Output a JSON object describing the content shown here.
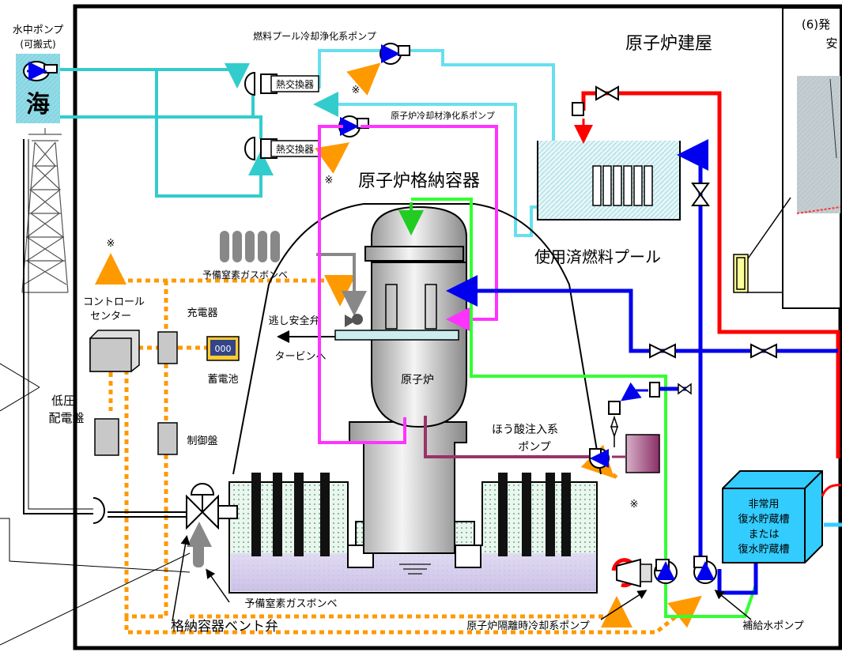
{
  "labels": {
    "building": "原子炉建屋",
    "submersible_pump": "水中ポンプ",
    "portable": "(可搬式)",
    "sea": "海",
    "fuel_pool_pump": "燃料プール冷却浄化系ポンプ",
    "heat_exchanger_1": "熱交換器",
    "heat_exchanger_2": "熱交換器",
    "reactor_coolant_pump": "原子炉冷却材浄化系ポンプ",
    "containment": "原子炉格納容器",
    "spent_fuel_pool": "使用済燃料プール",
    "section_6_line1": "(6)発",
    "section_6_line2": "安",
    "backup_n2_top": "予備窒素ガスボンベ",
    "backup_n2_bottom": "予備窒素ガスボンベ",
    "control_center_1": "コントロール",
    "control_center_2": "センター",
    "charger": "充電器",
    "battery": "蓄電池",
    "relief_valve": "逃し安全弁",
    "to_turbine": "タービンへ",
    "reactor": "原子炉",
    "low_voltage_1": "低圧",
    "low_voltage_2": "配電盤",
    "control_panel": "制御盤",
    "boric_pump_1": "ほう酸注入系",
    "boric_pump_2": "ポンプ",
    "emergency_tank_1": "非常用",
    "emergency_tank_2": "復水貯蔵槽",
    "emergency_tank_3": "または",
    "emergency_tank_4": "復水貯蔵槽",
    "vent_valve": "格納容器ベント弁",
    "ric_pump": "原子炉隔離時冷却系ポンプ",
    "makeup_pump": "補給水ポンプ",
    "note_mark_1": "※",
    "note_mark_2": "※",
    "note_mark_3": "※",
    "note_mark_4": "※",
    "battery_display": "000"
  },
  "colors": {
    "cyan_line": "#33cccc",
    "light_cyan": "#66e0ee",
    "magenta": "#ff33ff",
    "green": "#33ff33",
    "blue": "#0000ee",
    "red": "#ff0000",
    "orange": "#ff9900",
    "purple": "#993366",
    "tank": "#33ccff"
  }
}
